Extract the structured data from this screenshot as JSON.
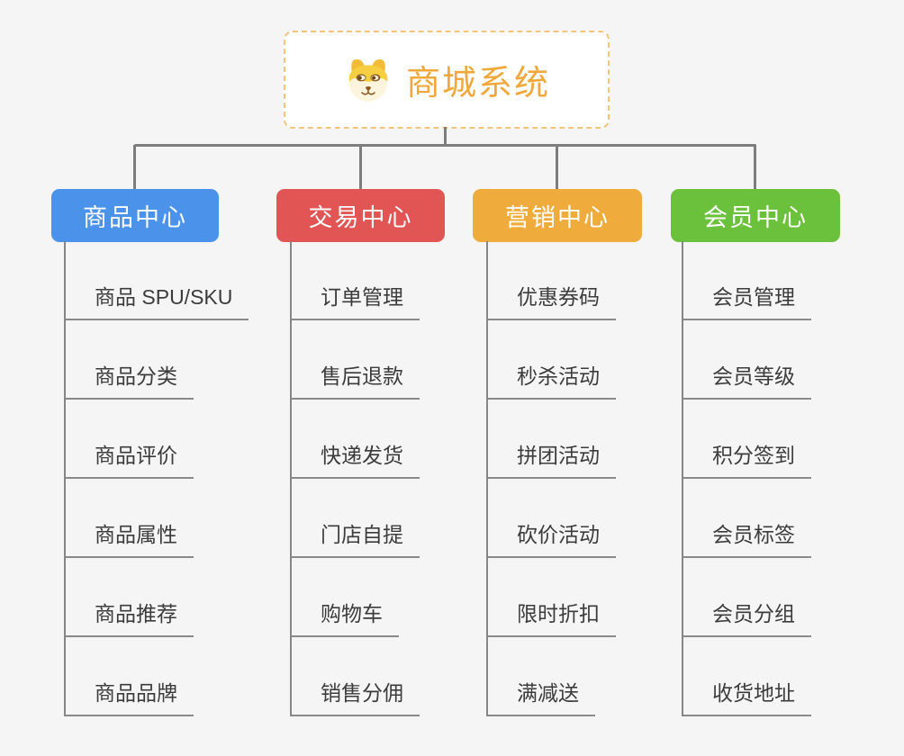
{
  "root": {
    "title": "商城系统",
    "icon": "dog-face-icon"
  },
  "branches": [
    {
      "label": "商品中心",
      "color": "#4b93ea",
      "children": [
        "商品 SPU/SKU",
        "商品分类",
        "商品评价",
        "商品属性",
        "商品推荐",
        "商品品牌"
      ]
    },
    {
      "label": "交易中心",
      "color": "#e15654",
      "children": [
        "订单管理",
        "售后退款",
        "快递发货",
        "门店自提",
        "购物车",
        "销售分佣"
      ]
    },
    {
      "label": "营销中心",
      "color": "#efac3d",
      "children": [
        "优惠券码",
        "秒杀活动",
        "拼团活动",
        "砍价活动",
        "限时折扣",
        "满减送"
      ]
    },
    {
      "label": "会员中心",
      "color": "#6cc13c",
      "children": [
        "会员管理",
        "会员等级",
        "积分签到",
        "会员标签",
        "会员分组",
        "收货地址"
      ]
    }
  ],
  "colors": {
    "background": "#f5f5f5",
    "connector": "#7d7d7d",
    "leaf_line": "#8a8a8a",
    "root_border": "#f3c57c",
    "root_text": "#f0a83c",
    "leaf_text": "#3c3c3c"
  }
}
